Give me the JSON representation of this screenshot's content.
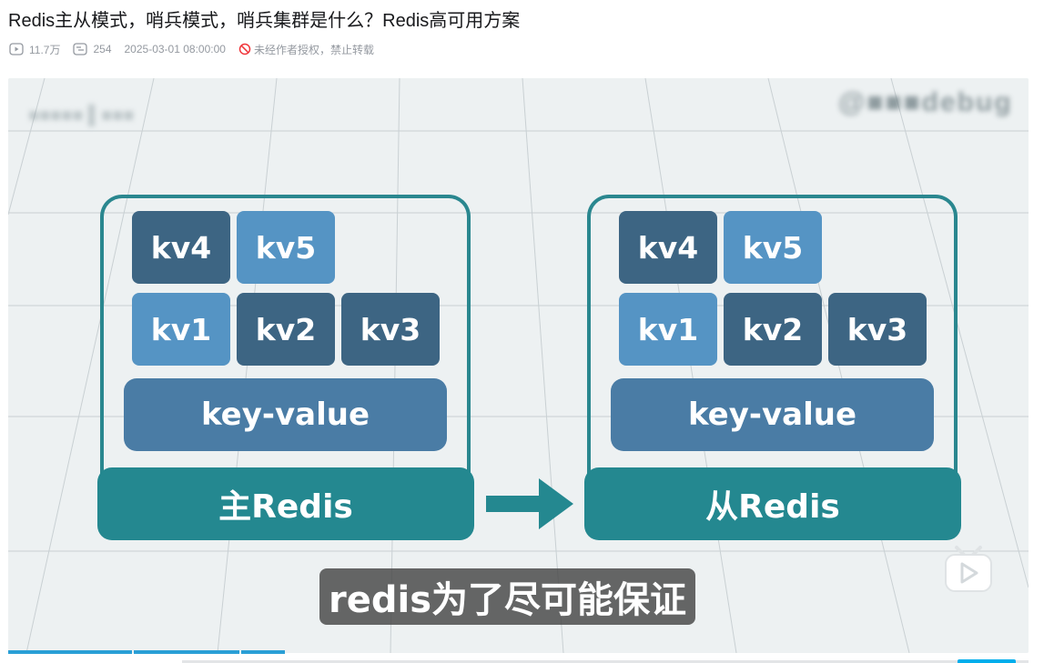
{
  "video": {
    "title": "Redis主从模式，哨兵模式，哨兵集群是什么？Redis高可用方案",
    "views": "11.7万",
    "danmaku": "254",
    "published": "2025-03-01 08:00:00",
    "copyright": "未经作者授权，禁止转载"
  },
  "player": {
    "watermark_left": "■■■■■ ▌■■■",
    "watermark_right": "@■■■debug",
    "master": {
      "label": "主Redis",
      "row1": [
        "kv4",
        "kv5"
      ],
      "row2": [
        "kv1",
        "kv2",
        "kv3"
      ],
      "store": "key-value"
    },
    "slave": {
      "label": "从Redis",
      "row1": [
        "kv4",
        "kv5"
      ],
      "row2": [
        "kv1",
        "kv2",
        "kv3"
      ],
      "store": "key-value"
    },
    "subtitle": "redis为了尽可能保证"
  },
  "colors": {
    "teal": "#248890",
    "kv_dark": "#3d6583",
    "kv_light": "#5594c4",
    "store": "#4a7ca5"
  },
  "icons": [
    "play-count-icon",
    "danmaku-icon",
    "no-repost-icon",
    "bilibili-tv-icon",
    "arrow-right-icon"
  ]
}
